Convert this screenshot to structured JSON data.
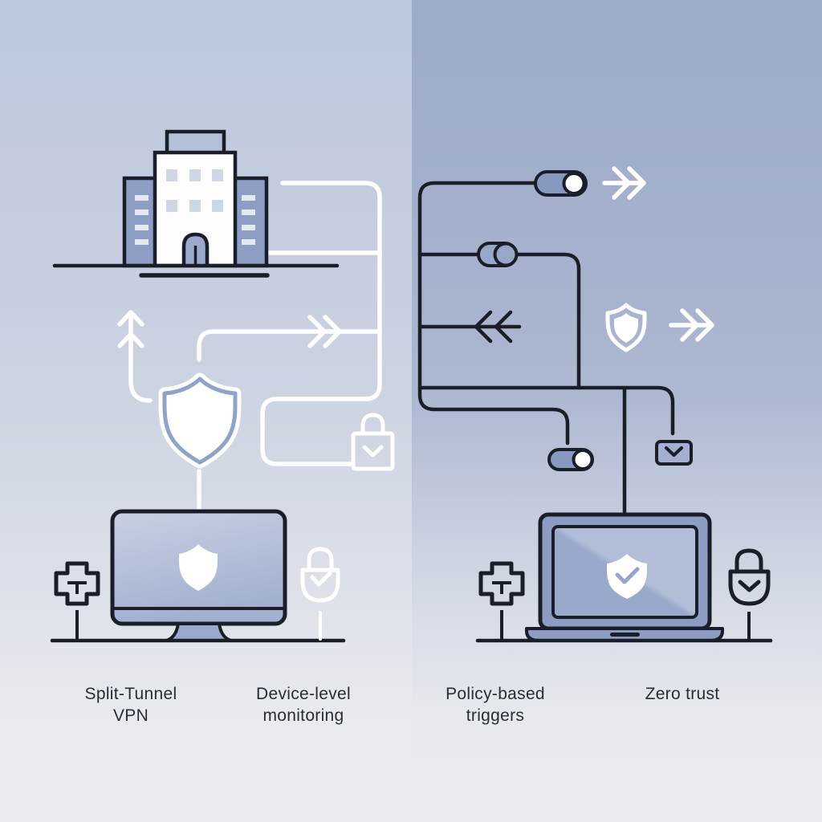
{
  "illustration": {
    "title": "Split-tunnel VPN vs zero-trust policy diagram",
    "panel_count": 2
  },
  "labels": [
    {
      "id": "split-tunnel-vpn",
      "lines": [
        "Split-Tunnel",
        "VPN"
      ]
    },
    {
      "id": "device-level-monitoring",
      "lines": [
        "Device-level",
        "monitoring"
      ]
    },
    {
      "id": "policy-based-triggers",
      "lines": [
        "Policy-based",
        "triggers"
      ]
    },
    {
      "id": "zero-trust",
      "lines": [
        "Zero trust"
      ]
    }
  ],
  "icons": [
    "office-building-icon",
    "arrow-up-icon",
    "arrow-right-icon",
    "shield-icon",
    "lock-chevron-icon",
    "monitor-icon",
    "monitor-shield-icon",
    "add-device-icon",
    "lock-check-icon",
    "toggle-on-icon",
    "toggle-mid-icon",
    "toggle-on-icon-2",
    "arrow-left-icon",
    "shield-outline-icon",
    "dropdown-box-icon",
    "laptop-icon",
    "laptop-shield-check-icon",
    "add-device-icon-2",
    "lock-chevron-icon-2"
  ],
  "colors": {
    "bg_left_top": "#bbc8dd",
    "bg_right_top": "#9dabca",
    "bg_bottom": "#e9ecf0",
    "line_dark": "#1a1e28",
    "line_light": "#ffffff",
    "fill_mid_blue": "#8d9cc2",
    "fill_soft_blue": "#9aa9cc",
    "fill_pale_blue": "#b4bfd8",
    "shield_ring_blue": "#8fa2c8",
    "text": "#282c34"
  }
}
